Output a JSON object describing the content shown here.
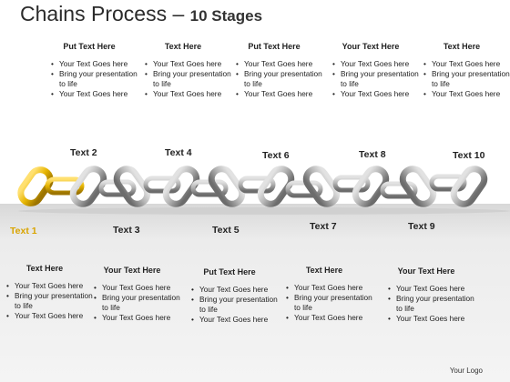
{
  "title": {
    "main": "Chains Process",
    "dash": " – ",
    "subtitle": "10 Stages"
  },
  "top_columns": [
    {
      "head": "Put Text Here",
      "bullets": [
        "Your Text Goes here",
        "Bring your presentation to life",
        "Your Text Goes here"
      ]
    },
    {
      "head": "Text Here",
      "bullets": [
        "Your Text Goes here",
        "Bring your presentation to life",
        "Your Text Goes here"
      ]
    },
    {
      "head": "Put Text Here",
      "bullets": [
        "Your Text Goes here",
        "Bring your presentation to life",
        "Your Text Goes here"
      ]
    },
    {
      "head": "Your Text Here",
      "bullets": [
        "Your Text Goes here",
        "Bring your presentation to life",
        "Your Text Goes here"
      ]
    },
    {
      "head": "Text Here",
      "bullets": [
        "Your Text Goes here",
        "Bring your presentation to life",
        "Your Text Goes here"
      ]
    }
  ],
  "bottom_columns": [
    {
      "head": "Text Here",
      "bullets": [
        "Your Text Goes here",
        "Bring your presentation to life",
        "Your Text Goes here"
      ]
    },
    {
      "head": "Your Text Here",
      "bullets": [
        "Your Text Goes here",
        "Bring your presentation to life",
        "Your Text Goes here"
      ]
    },
    {
      "head": "Put Text Here",
      "bullets": [
        "Your Text Goes here",
        "Bring your presentation to life",
        "Your Text Goes here"
      ]
    },
    {
      "head": "Text Here",
      "bullets": [
        "Your Text Goes here",
        "Bring your presentation to life",
        "Your Text Goes here"
      ]
    },
    {
      "head": "Your Text Here",
      "bullets": [
        "Your Text Goes here",
        "Bring your presentation to life",
        "Your Text Goes here"
      ]
    }
  ],
  "stage_labels": [
    "Text 1",
    "Text 2",
    "Text 3",
    "Text 4",
    "Text 5",
    "Text 6",
    "Text 7",
    "Text 8",
    "Text 9",
    "Text 10"
  ],
  "colors": {
    "highlight_link": "#e6b400",
    "steel_link": "#a8a8a8",
    "text_1": "#d9a400"
  },
  "footer": {
    "logo": "Your Logo"
  }
}
